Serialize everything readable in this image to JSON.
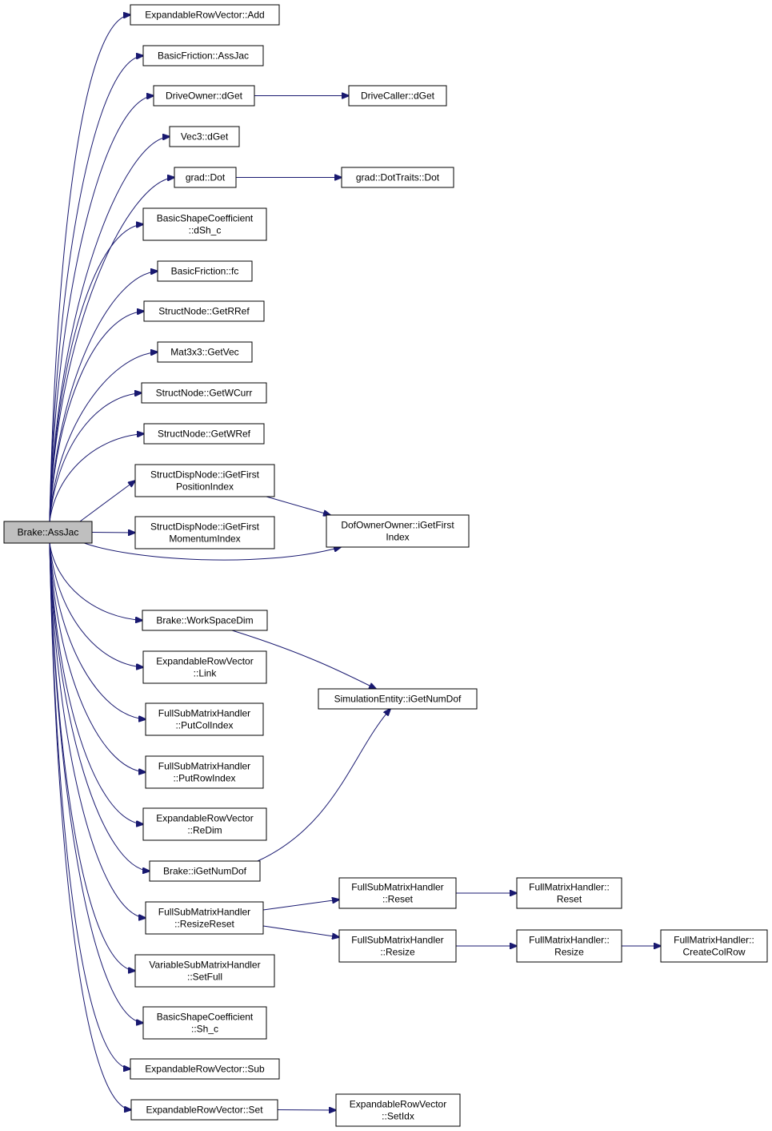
{
  "root": {
    "id": "root",
    "lines": [
      "Brake::AssJac"
    ]
  },
  "nodes": [
    {
      "id": "add",
      "lines": [
        "ExpandableRowVector::Add"
      ]
    },
    {
      "id": "bf_assjac",
      "lines": [
        "BasicFriction::AssJac"
      ]
    },
    {
      "id": "do_dget",
      "lines": [
        "DriveOwner::dGet"
      ]
    },
    {
      "id": "dc_dget",
      "lines": [
        "DriveCaller::dGet"
      ]
    },
    {
      "id": "vec3_dget",
      "lines": [
        "Vec3::dGet"
      ]
    },
    {
      "id": "grad_dot",
      "lines": [
        "grad::Dot"
      ]
    },
    {
      "id": "dottraits_dot",
      "lines": [
        "grad::DotTraits::Dot"
      ]
    },
    {
      "id": "bsc_dsh",
      "lines": [
        "BasicShapeCoefficient",
        "::dSh_c"
      ]
    },
    {
      "id": "bf_fc",
      "lines": [
        "BasicFriction::fc"
      ]
    },
    {
      "id": "sn_getrref",
      "lines": [
        "StructNode::GetRRef"
      ]
    },
    {
      "id": "mat_getvec",
      "lines": [
        "Mat3x3::GetVec"
      ]
    },
    {
      "id": "sn_getwcurr",
      "lines": [
        "StructNode::GetWCurr"
      ]
    },
    {
      "id": "sn_getwref",
      "lines": [
        "StructNode::GetWRef"
      ]
    },
    {
      "id": "sdn_pos",
      "lines": [
        "StructDispNode::iGetFirst",
        "PositionIndex"
      ]
    },
    {
      "id": "sdn_mom",
      "lines": [
        "StructDispNode::iGetFirst",
        "MomentumIndex"
      ]
    },
    {
      "id": "doo_first",
      "lines": [
        "DofOwnerOwner::iGetFirst",
        "Index"
      ]
    },
    {
      "id": "wsdim",
      "lines": [
        "Brake::WorkSpaceDim"
      ]
    },
    {
      "id": "erv_link",
      "lines": [
        "ExpandableRowVector",
        "::Link"
      ]
    },
    {
      "id": "se_numdof",
      "lines": [
        "SimulationEntity::iGetNumDof"
      ]
    },
    {
      "id": "fsmh_putcol",
      "lines": [
        "FullSubMatrixHandler",
        "::PutColIndex"
      ]
    },
    {
      "id": "fsmh_putrow",
      "lines": [
        "FullSubMatrixHandler",
        "::PutRowIndex"
      ]
    },
    {
      "id": "erv_redim",
      "lines": [
        "ExpandableRowVector",
        "::ReDim"
      ]
    },
    {
      "id": "brake_numdof",
      "lines": [
        "Brake::iGetNumDof"
      ]
    },
    {
      "id": "fsmh_resizereset",
      "lines": [
        "FullSubMatrixHandler",
        "::ResizeReset"
      ]
    },
    {
      "id": "fsmh_reset",
      "lines": [
        "FullSubMatrixHandler",
        "::Reset"
      ]
    },
    {
      "id": "fmh_reset",
      "lines": [
        "FullMatrixHandler::",
        "Reset"
      ]
    },
    {
      "id": "fsmh_resize",
      "lines": [
        "FullSubMatrixHandler",
        "::Resize"
      ]
    },
    {
      "id": "fmh_resize",
      "lines": [
        "FullMatrixHandler::",
        "Resize"
      ]
    },
    {
      "id": "fmh_createcolrow",
      "lines": [
        "FullMatrixHandler::",
        "CreateColRow"
      ]
    },
    {
      "id": "vsmh_setfull",
      "lines": [
        "VariableSubMatrixHandler",
        "::SetFull"
      ]
    },
    {
      "id": "bsc_sh",
      "lines": [
        "BasicShapeCoefficient",
        "::Sh_c"
      ]
    },
    {
      "id": "erv_sub",
      "lines": [
        "ExpandableRowVector::Sub"
      ]
    },
    {
      "id": "erv_set",
      "lines": [
        "ExpandableRowVector::Set"
      ]
    },
    {
      "id": "erv_setidx",
      "lines": [
        "ExpandableRowVector",
        "::SetIdx"
      ]
    }
  ],
  "edges": [
    [
      "root",
      "add"
    ],
    [
      "root",
      "bf_assjac"
    ],
    [
      "root",
      "do_dget"
    ],
    [
      "do_dget",
      "dc_dget"
    ],
    [
      "root",
      "vec3_dget"
    ],
    [
      "root",
      "grad_dot"
    ],
    [
      "grad_dot",
      "dottraits_dot"
    ],
    [
      "root",
      "bsc_dsh"
    ],
    [
      "root",
      "bf_fc"
    ],
    [
      "root",
      "sn_getrref"
    ],
    [
      "root",
      "mat_getvec"
    ],
    [
      "root",
      "sn_getwcurr"
    ],
    [
      "root",
      "sn_getwref"
    ],
    [
      "root",
      "sdn_pos"
    ],
    [
      "sdn_pos",
      "doo_first"
    ],
    [
      "root",
      "sdn_mom"
    ],
    [
      "root",
      "doo_first"
    ],
    [
      "root",
      "wsdim"
    ],
    [
      "wsdim",
      "se_numdof"
    ],
    [
      "root",
      "erv_link"
    ],
    [
      "root",
      "fsmh_putcol"
    ],
    [
      "root",
      "fsmh_putrow"
    ],
    [
      "root",
      "erv_redim"
    ],
    [
      "root",
      "brake_numdof"
    ],
    [
      "brake_numdof",
      "se_numdof"
    ],
    [
      "root",
      "fsmh_resizereset"
    ],
    [
      "fsmh_resizereset",
      "fsmh_reset"
    ],
    [
      "fsmh_reset",
      "fmh_reset"
    ],
    [
      "fsmh_resizereset",
      "fsmh_resize"
    ],
    [
      "fsmh_resize",
      "fmh_resize"
    ],
    [
      "fmh_resize",
      "fmh_createcolrow"
    ],
    [
      "root",
      "vsmh_setfull"
    ],
    [
      "root",
      "bsc_sh"
    ],
    [
      "root",
      "erv_sub"
    ],
    [
      "root",
      "erv_set"
    ],
    [
      "erv_set",
      "erv_setidx"
    ]
  ],
  "colors": {
    "edge": "#191970",
    "root_fill": "#bfbfbf",
    "node_fill": "#ffffff",
    "border": "#000000"
  }
}
